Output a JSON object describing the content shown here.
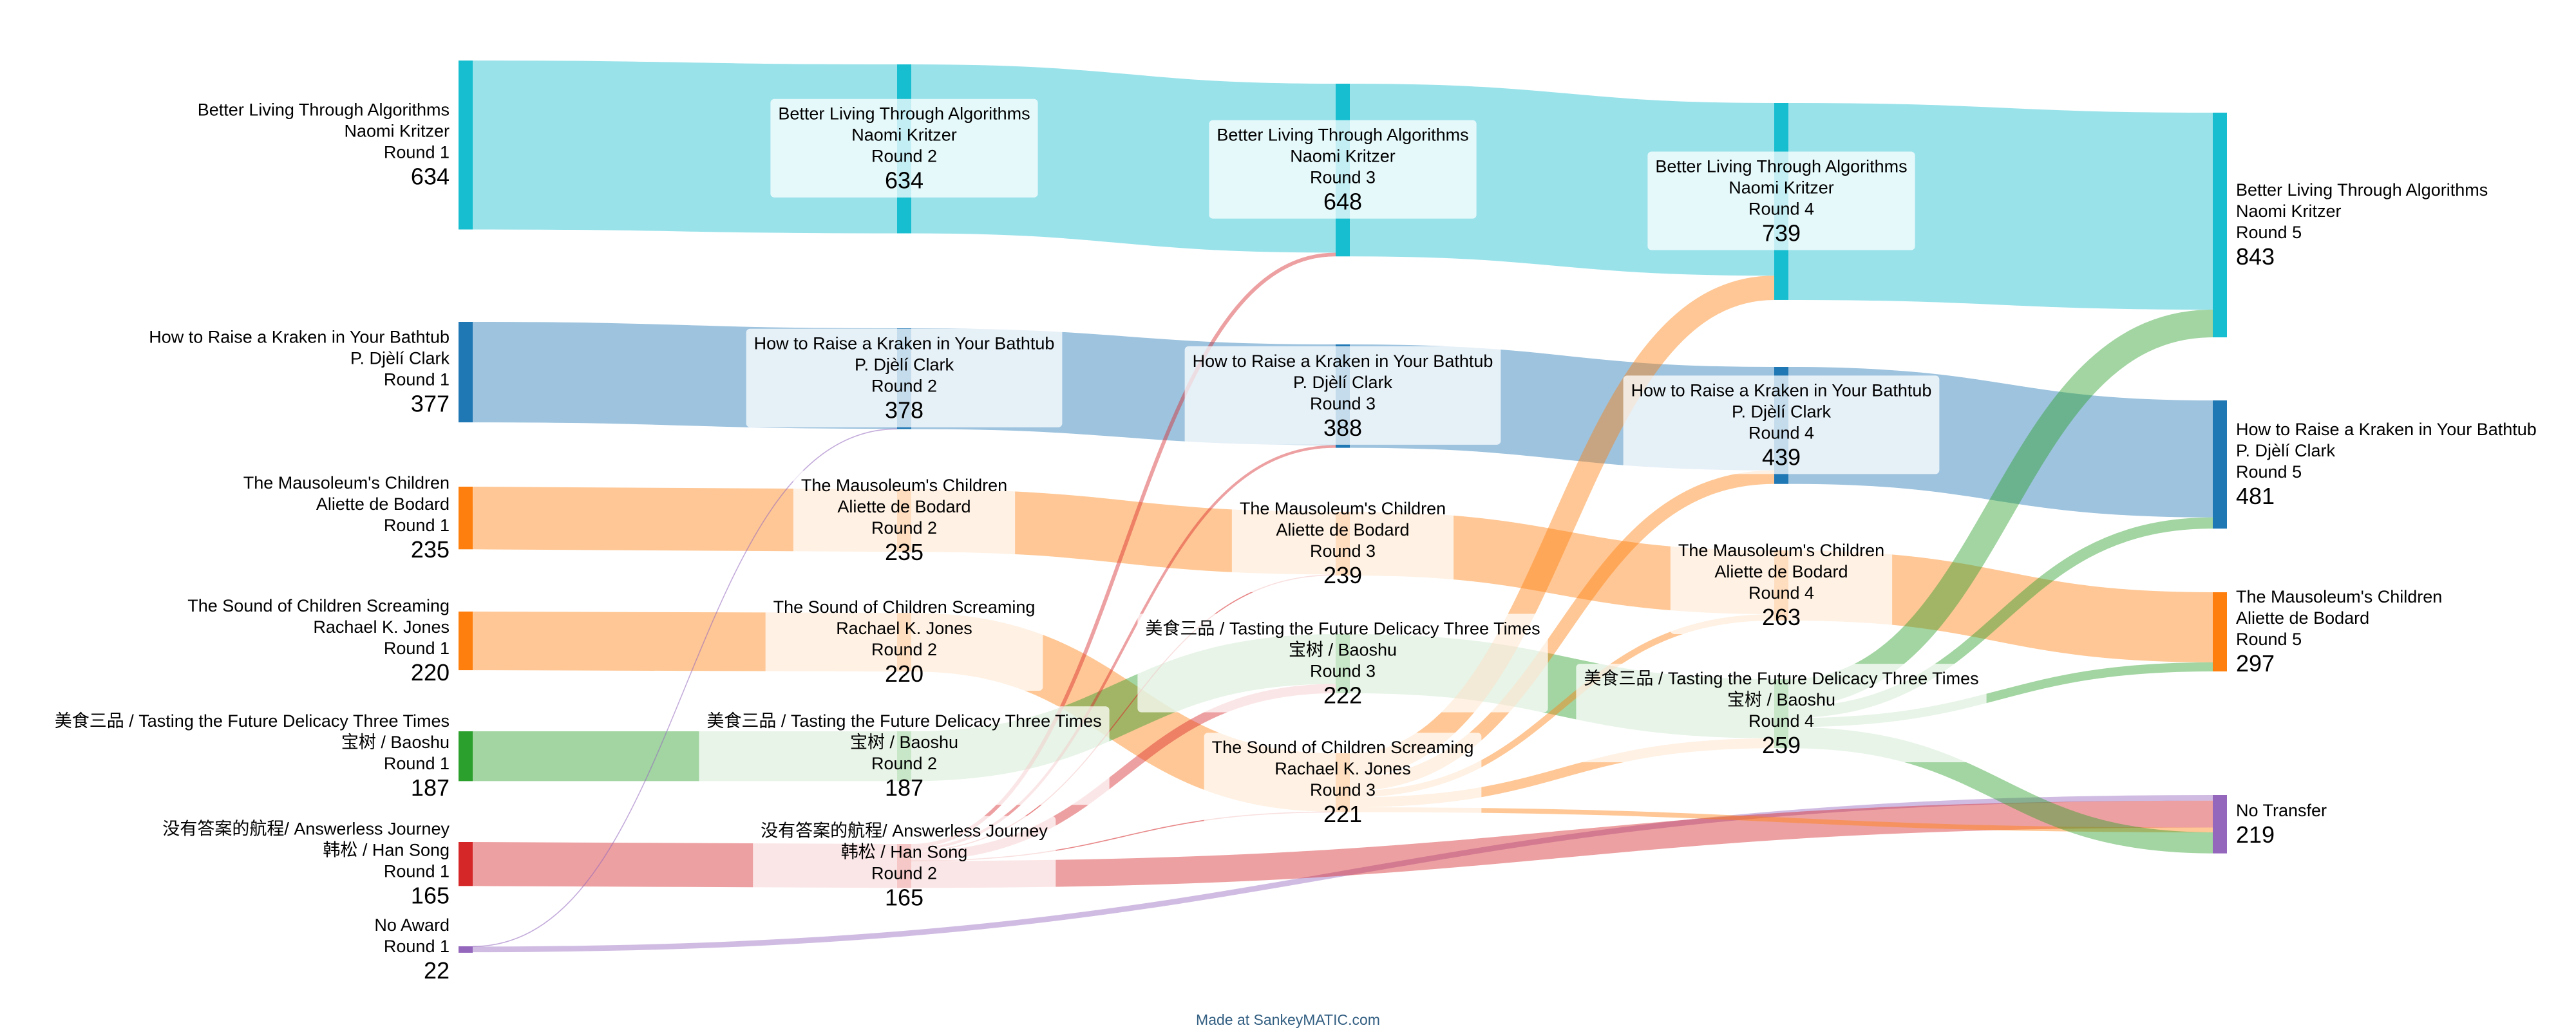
{
  "credit": "Made at SankeyMATIC.com",
  "colors": {
    "algorithms": "#17becf",
    "kraken": "#1f77b4",
    "mausoleum": "#ff7f0e",
    "sound": "#ff7f0e",
    "tasting": "#2ca02c",
    "answerless": "#d62728",
    "noaward": "#9467bd",
    "notransfer": "#9467bd"
  },
  "nodes": [
    {
      "id": "a1",
      "lines": [
        "Better Living Through Algorithms",
        "Naomi Kritzer",
        "Round 1"
      ],
      "value": "634",
      "color_key": "algorithms"
    },
    {
      "id": "k1",
      "lines": [
        "How to Raise a Kraken in Your Bathtub",
        "P. Djèlí Clark",
        "Round 1"
      ],
      "value": "377",
      "color_key": "kraken"
    },
    {
      "id": "m1",
      "lines": [
        "The Mausoleum's Children",
        "Aliette de Bodard",
        "Round 1"
      ],
      "value": "235",
      "color_key": "mausoleum"
    },
    {
      "id": "s1",
      "lines": [
        "The Sound of Children Screaming",
        "Rachael K. Jones",
        "Round 1"
      ],
      "value": "220",
      "color_key": "sound"
    },
    {
      "id": "t1",
      "lines": [
        "美食三品 / Tasting the Future Delicacy Three Times",
        "宝树 / Baoshu",
        "Round 1"
      ],
      "value": "187",
      "color_key": "tasting"
    },
    {
      "id": "j1",
      "lines": [
        "没有答案的航程/ Answerless Journey",
        "韩松 / Han Song",
        "Round 1"
      ],
      "value": "165",
      "color_key": "answerless"
    },
    {
      "id": "n1",
      "lines": [
        "No Award",
        "Round 1"
      ],
      "value": "22",
      "color_key": "noaward"
    },
    {
      "id": "a2",
      "lines": [
        "Better Living Through Algorithms",
        "Naomi Kritzer",
        "Round 2"
      ],
      "value": "634",
      "color_key": "algorithms"
    },
    {
      "id": "k2",
      "lines": [
        "How to Raise a Kraken in Your Bathtub",
        "P. Djèlí Clark",
        "Round 2"
      ],
      "value": "378",
      "color_key": "kraken"
    },
    {
      "id": "m2",
      "lines": [
        "The Mausoleum's Children",
        "Aliette de Bodard",
        "Round 2"
      ],
      "value": "235",
      "color_key": "mausoleum"
    },
    {
      "id": "s2",
      "lines": [
        "The Sound of Children Screaming",
        "Rachael K. Jones",
        "Round 2"
      ],
      "value": "220",
      "color_key": "sound"
    },
    {
      "id": "t2",
      "lines": [
        "美食三品 / Tasting the Future Delicacy Three Times",
        "宝树 / Baoshu",
        "Round 2"
      ],
      "value": "187",
      "color_key": "tasting"
    },
    {
      "id": "j2",
      "lines": [
        "没有答案的航程/ Answerless Journey",
        "韩松 / Han Song",
        "Round 2"
      ],
      "value": "165",
      "color_key": "answerless"
    },
    {
      "id": "a3",
      "lines": [
        "Better Living Through Algorithms",
        "Naomi Kritzer",
        "Round 3"
      ],
      "value": "648",
      "color_key": "algorithms"
    },
    {
      "id": "k3",
      "lines": [
        "How to Raise a Kraken in Your Bathtub",
        "P. Djèlí Clark",
        "Round 3"
      ],
      "value": "388",
      "color_key": "kraken"
    },
    {
      "id": "m3",
      "lines": [
        "The Mausoleum's Children",
        "Aliette de Bodard",
        "Round 3"
      ],
      "value": "239",
      "color_key": "mausoleum"
    },
    {
      "id": "t3",
      "lines": [
        "美食三品 / Tasting the Future Delicacy Three Times",
        "宝树 / Baoshu",
        "Round 3"
      ],
      "value": "222",
      "color_key": "tasting"
    },
    {
      "id": "s3",
      "lines": [
        "The Sound of Children Screaming",
        "Rachael K. Jones",
        "Round 3"
      ],
      "value": "221",
      "color_key": "sound"
    },
    {
      "id": "a4",
      "lines": [
        "Better Living Through Algorithms",
        "Naomi Kritzer",
        "Round 4"
      ],
      "value": "739",
      "color_key": "algorithms"
    },
    {
      "id": "k4",
      "lines": [
        "How to Raise a Kraken in Your Bathtub",
        "P. Djèlí Clark",
        "Round 4"
      ],
      "value": "439",
      "color_key": "kraken"
    },
    {
      "id": "m4",
      "lines": [
        "The Mausoleum's Children",
        "Aliette de Bodard",
        "Round 4"
      ],
      "value": "263",
      "color_key": "mausoleum"
    },
    {
      "id": "t4",
      "lines": [
        "美食三品 / Tasting the Future Delicacy Three Times",
        "宝树 / Baoshu",
        "Round 4"
      ],
      "value": "259",
      "color_key": "tasting"
    },
    {
      "id": "a5",
      "lines": [
        "Better Living Through Algorithms",
        "Naomi Kritzer",
        "Round 5"
      ],
      "value": "843",
      "color_key": "algorithms"
    },
    {
      "id": "k5",
      "lines": [
        "How to Raise a Kraken in Your Bathtub",
        "P. Djèlí Clark",
        "Round 5"
      ],
      "value": "481",
      "color_key": "kraken"
    },
    {
      "id": "m5",
      "lines": [
        "The Mausoleum's Children",
        "Aliette de Bodard",
        "Round 5"
      ],
      "value": "297",
      "color_key": "mausoleum"
    },
    {
      "id": "nt",
      "lines": [
        "No Transfer"
      ],
      "value": "219",
      "color_key": "notransfer"
    }
  ],
  "flows": [
    {
      "from": "a1",
      "to": "a2",
      "value": 634
    },
    {
      "from": "k1",
      "to": "k2",
      "value": 377
    },
    {
      "from": "m1",
      "to": "m2",
      "value": 235
    },
    {
      "from": "s1",
      "to": "s2",
      "value": 220
    },
    {
      "from": "t1",
      "to": "t2",
      "value": 187
    },
    {
      "from": "j1",
      "to": "j2",
      "value": 165
    },
    {
      "from": "n1",
      "to": "k2",
      "value": 1
    },
    {
      "from": "n1",
      "to": "nt",
      "value": 21
    },
    {
      "from": "a2",
      "to": "a3",
      "value": 634
    },
    {
      "from": "k2",
      "to": "k3",
      "value": 378
    },
    {
      "from": "m2",
      "to": "m3",
      "value": 235
    },
    {
      "from": "s2",
      "to": "s3",
      "value": 220
    },
    {
      "from": "t2",
      "to": "t3",
      "value": 187
    },
    {
      "from": "j2",
      "to": "a3",
      "value": 14
    },
    {
      "from": "j2",
      "to": "k3",
      "value": 10
    },
    {
      "from": "j2",
      "to": "m3",
      "value": 4
    },
    {
      "from": "j2",
      "to": "t3",
      "value": 35
    },
    {
      "from": "j2",
      "to": "s3",
      "value": 1
    },
    {
      "from": "j2",
      "to": "nt",
      "value": 101
    },
    {
      "from": "a3",
      "to": "a4",
      "value": 648
    },
    {
      "from": "k3",
      "to": "k4",
      "value": 388
    },
    {
      "from": "m3",
      "to": "m4",
      "value": 239
    },
    {
      "from": "t3",
      "to": "t4",
      "value": 222
    },
    {
      "from": "s3",
      "to": "a4",
      "value": 91
    },
    {
      "from": "s3",
      "to": "k4",
      "value": 51
    },
    {
      "from": "s3",
      "to": "m4",
      "value": 24
    },
    {
      "from": "s3",
      "to": "t4",
      "value": 37
    },
    {
      "from": "s3",
      "to": "nt",
      "value": 18
    },
    {
      "from": "a4",
      "to": "a5",
      "value": 739
    },
    {
      "from": "k4",
      "to": "k5",
      "value": 439
    },
    {
      "from": "m4",
      "to": "m5",
      "value": 263
    },
    {
      "from": "t4",
      "to": "a5",
      "value": 104
    },
    {
      "from": "t4",
      "to": "k5",
      "value": 42
    },
    {
      "from": "t4",
      "to": "m5",
      "value": 34
    },
    {
      "from": "t4",
      "to": "nt",
      "value": 79
    }
  ]
}
